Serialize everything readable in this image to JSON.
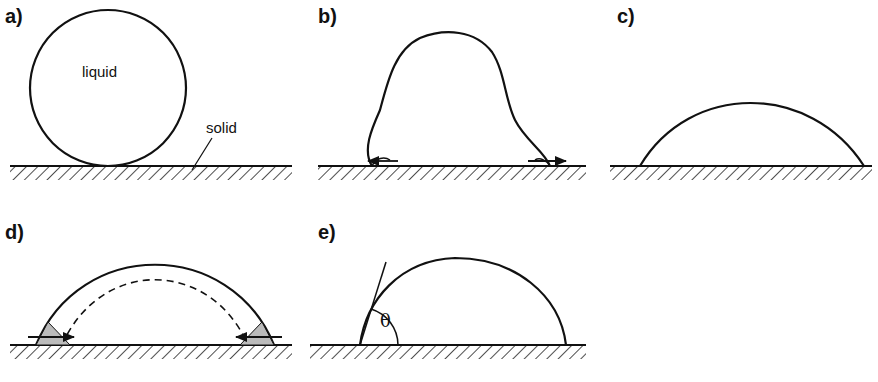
{
  "diagram": {
    "labels": [
      "a)",
      "liquid",
      "solid",
      "b)",
      "c)",
      "d)",
      "e)",
      "θ"
    ]
  }
}
